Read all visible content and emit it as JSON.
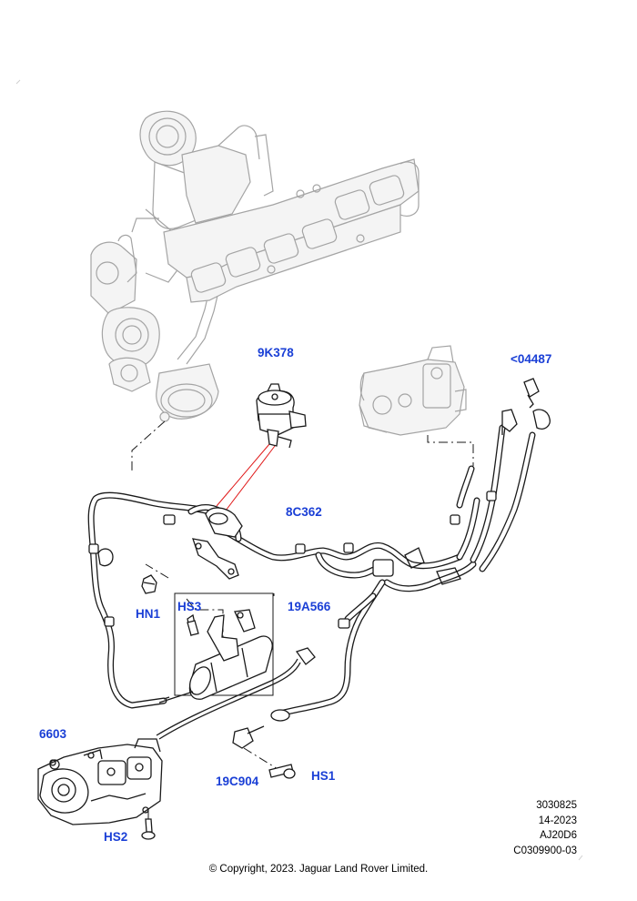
{
  "diagram": {
    "callouts": {
      "c_9k378": "9K378",
      "c_04487": "<04487",
      "c_8c362": "8C362",
      "c_hn1": "HN1",
      "c_hs3": "HS3",
      "c_19a566": "19A566",
      "c_6603": "6603",
      "c_19c904": "19C904",
      "c_hs1": "HS1",
      "c_hs2": "HS2"
    },
    "reference": {
      "illustration_number": "3030825",
      "date": "14-2023",
      "model_code": "AJ20D6",
      "figure_code": "C0309900-03"
    },
    "copyright": "© Copyright, 2023. Jaguar Land Rover Limited.",
    "colors": {
      "callout_text": "#1a3fd6",
      "leader_red": "#e01818",
      "ghost_part": "#9a9a9a",
      "part_line": "#1a1a1a"
    }
  }
}
